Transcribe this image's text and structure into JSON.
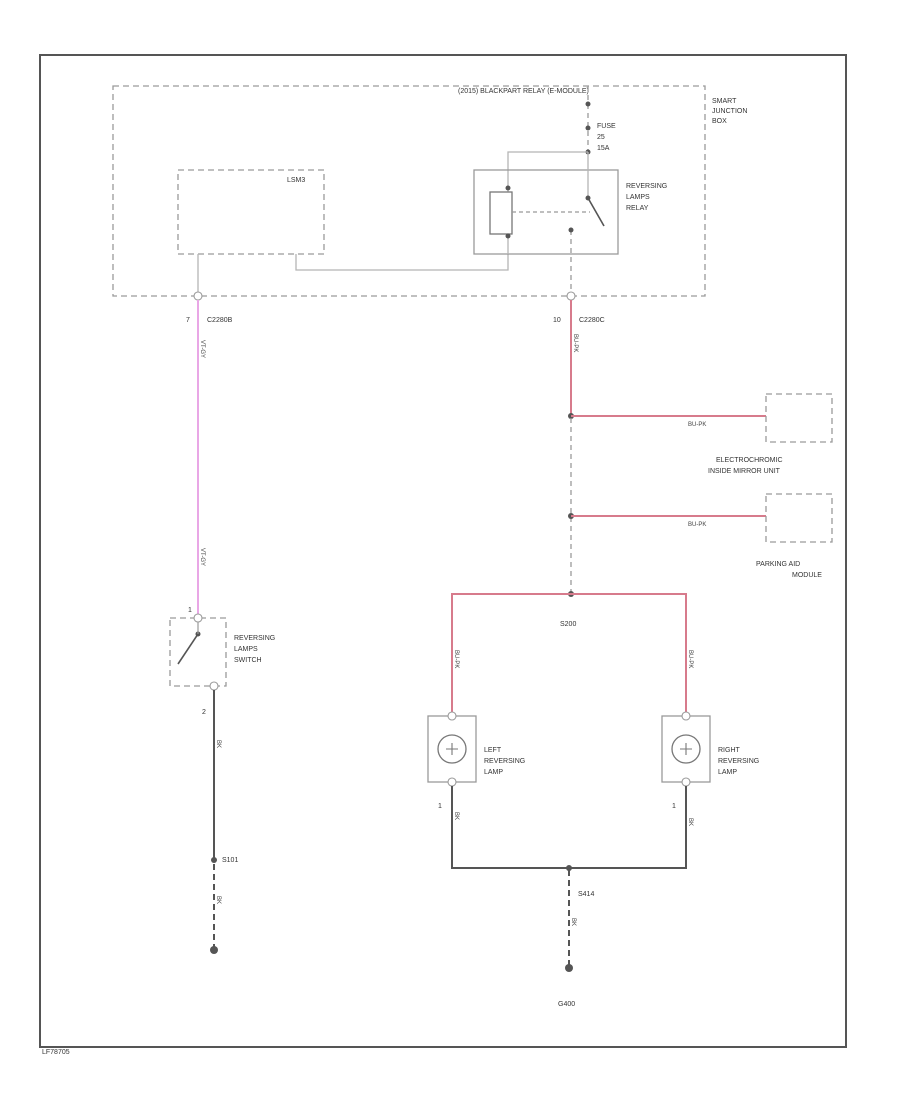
{
  "sjb": {
    "header": "(2015) BLACKPART RELAY (E-MODULE)",
    "label_line1": "SMART",
    "label_line2": "JUNCTION",
    "label_line3": "BOX",
    "lsm_label": "LSM3"
  },
  "fuse": {
    "line1": "FUSE",
    "line2": "25",
    "line3": "15A"
  },
  "relay": {
    "line1": "REVERSING",
    "line2": "LAMPS",
    "line3": "RELAY"
  },
  "connectors": {
    "left_pin": "7",
    "left_id": "C2280B",
    "right_pin": "10",
    "right_id": "C2280C"
  },
  "wires": {
    "pink_upper": "VT-GY",
    "pink_lower": "VT-GY",
    "red_main": "BU-PK",
    "red_mirror": "BU-PK",
    "red_parking": "BU-PK",
    "red_left": "BU-PK",
    "red_right": "BU-PK",
    "black_switch": "BK",
    "black_ground_left": "BK",
    "black_left_lamp": "BK",
    "black_right_lamp": "BK",
    "black_ground_right": "BK"
  },
  "pins": {
    "switch_in": "1",
    "switch_out": "2",
    "left_lamp_out": "1",
    "right_lamp_out": "1"
  },
  "components": {
    "mirror_line1": "ELECTROCHROMIC",
    "mirror_line2": "INSIDE MIRROR UNIT",
    "parking_line1": "PARKING AID",
    "parking_line2": "MODULE",
    "switch_line1": "REVERSING",
    "switch_line2": "LAMPS",
    "switch_line3": "SWITCH",
    "left_lamp_line1": "LEFT",
    "left_lamp_line2": "REVERSING",
    "left_lamp_line3": "LAMP",
    "right_lamp_line1": "RIGHT",
    "right_lamp_line2": "REVERSING",
    "right_lamp_line3": "LAMP"
  },
  "splices": {
    "s_switch": "S101",
    "s_lamps": "S200",
    "s_ground": "S414"
  },
  "grounds": {
    "g_lamps": "G400"
  },
  "footer": {
    "code": "LF78705"
  }
}
